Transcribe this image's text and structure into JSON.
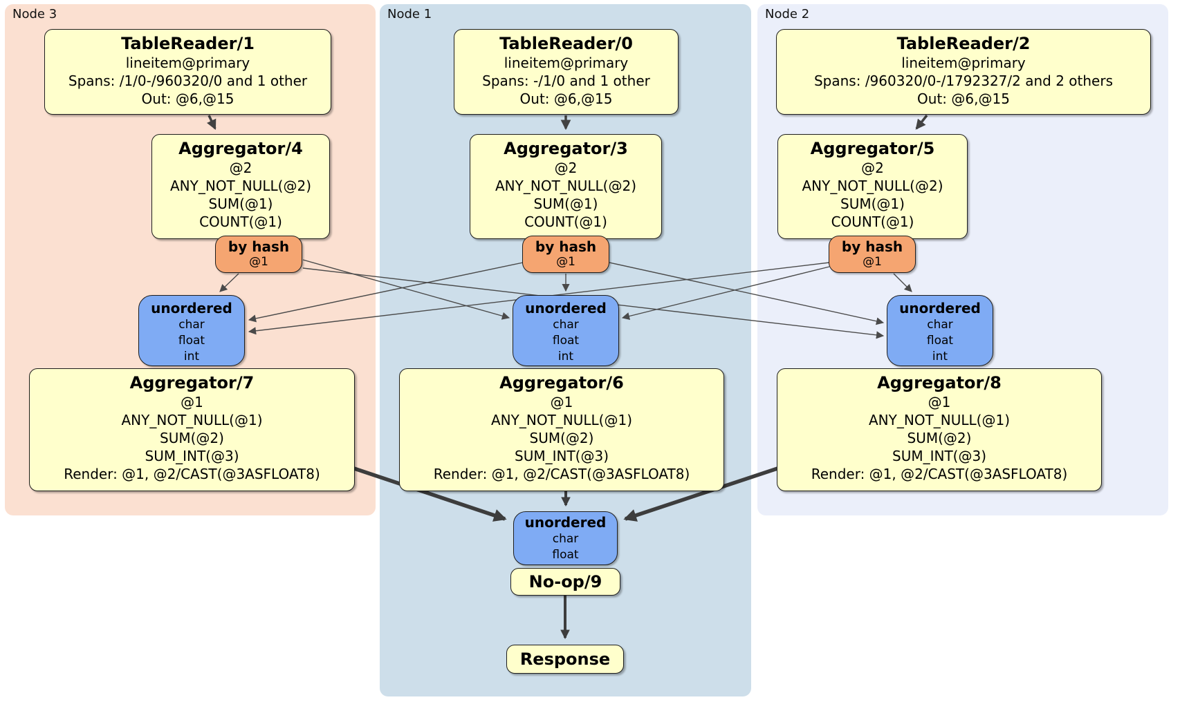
{
  "regions": {
    "node3": {
      "label": "Node 3",
      "bg": "#fbe0d1"
    },
    "node1": {
      "label": "Node 1",
      "bg": "#cddeea"
    },
    "node2": {
      "label": "Node 2",
      "bg": "#ebeffa"
    }
  },
  "processors": {
    "tr1": {
      "title": "TableReader/1",
      "lines": [
        "lineitem@primary",
        "Spans: /1/0-/960320/0 and 1 other",
        "Out: @6,@15"
      ]
    },
    "tr0": {
      "title": "TableReader/0",
      "lines": [
        "lineitem@primary",
        "Spans: -/1/0 and 1 other",
        "Out: @6,@15"
      ]
    },
    "tr2": {
      "title": "TableReader/2",
      "lines": [
        "lineitem@primary",
        "Spans: /960320/0-/1792327/2 and 2 others",
        "Out: @6,@15"
      ]
    },
    "agg4": {
      "title": "Aggregator/4",
      "lines": [
        "@2",
        "ANY_NOT_NULL(@2)",
        "SUM(@1)",
        "COUNT(@1)"
      ]
    },
    "agg3": {
      "title": "Aggregator/3",
      "lines": [
        "@2",
        "ANY_NOT_NULL(@2)",
        "SUM(@1)",
        "COUNT(@1)"
      ]
    },
    "agg5": {
      "title": "Aggregator/5",
      "lines": [
        "@2",
        "ANY_NOT_NULL(@2)",
        "SUM(@1)",
        "COUNT(@1)"
      ]
    },
    "agg7": {
      "title": "Aggregator/7",
      "lines": [
        "@1",
        "ANY_NOT_NULL(@1)",
        "SUM(@2)",
        "SUM_INT(@3)",
        "Render: @1, @2/CAST(@3ASFLOAT8)"
      ]
    },
    "agg6": {
      "title": "Aggregator/6",
      "lines": [
        "@1",
        "ANY_NOT_NULL(@1)",
        "SUM(@2)",
        "SUM_INT(@3)",
        "Render: @1, @2/CAST(@3ASFLOAT8)"
      ]
    },
    "agg8": {
      "title": "Aggregator/8",
      "lines": [
        "@1",
        "ANY_NOT_NULL(@1)",
        "SUM(@2)",
        "SUM_INT(@3)",
        "Render: @1, @2/CAST(@3ASFLOAT8)"
      ]
    },
    "noop": {
      "title": "No-op/9"
    },
    "response": {
      "title": "Response"
    }
  },
  "routers": {
    "byhash3": {
      "title": "by hash",
      "lines": [
        "@1"
      ]
    },
    "byhash1": {
      "title": "by hash",
      "lines": [
        "@1"
      ]
    },
    "byhash2": {
      "title": "by hash",
      "lines": [
        "@1"
      ]
    }
  },
  "syncs": {
    "u3": {
      "title": "unordered",
      "lines": [
        "char",
        "float",
        "int"
      ]
    },
    "u1": {
      "title": "unordered",
      "lines": [
        "char",
        "float",
        "int"
      ]
    },
    "u2": {
      "title": "unordered",
      "lines": [
        "char",
        "float",
        "int"
      ]
    },
    "merge": {
      "title": "unordered",
      "lines": [
        "char",
        "float"
      ]
    }
  },
  "colors": {
    "node3_bg": "#fbe0d1",
    "node1_bg": "#cddeea",
    "node2_bg": "#ebeffa",
    "processor_fill": "#ffffcc",
    "router_fill": "#f5a571",
    "sync_fill": "#7fabf4",
    "edge": "#444444"
  }
}
